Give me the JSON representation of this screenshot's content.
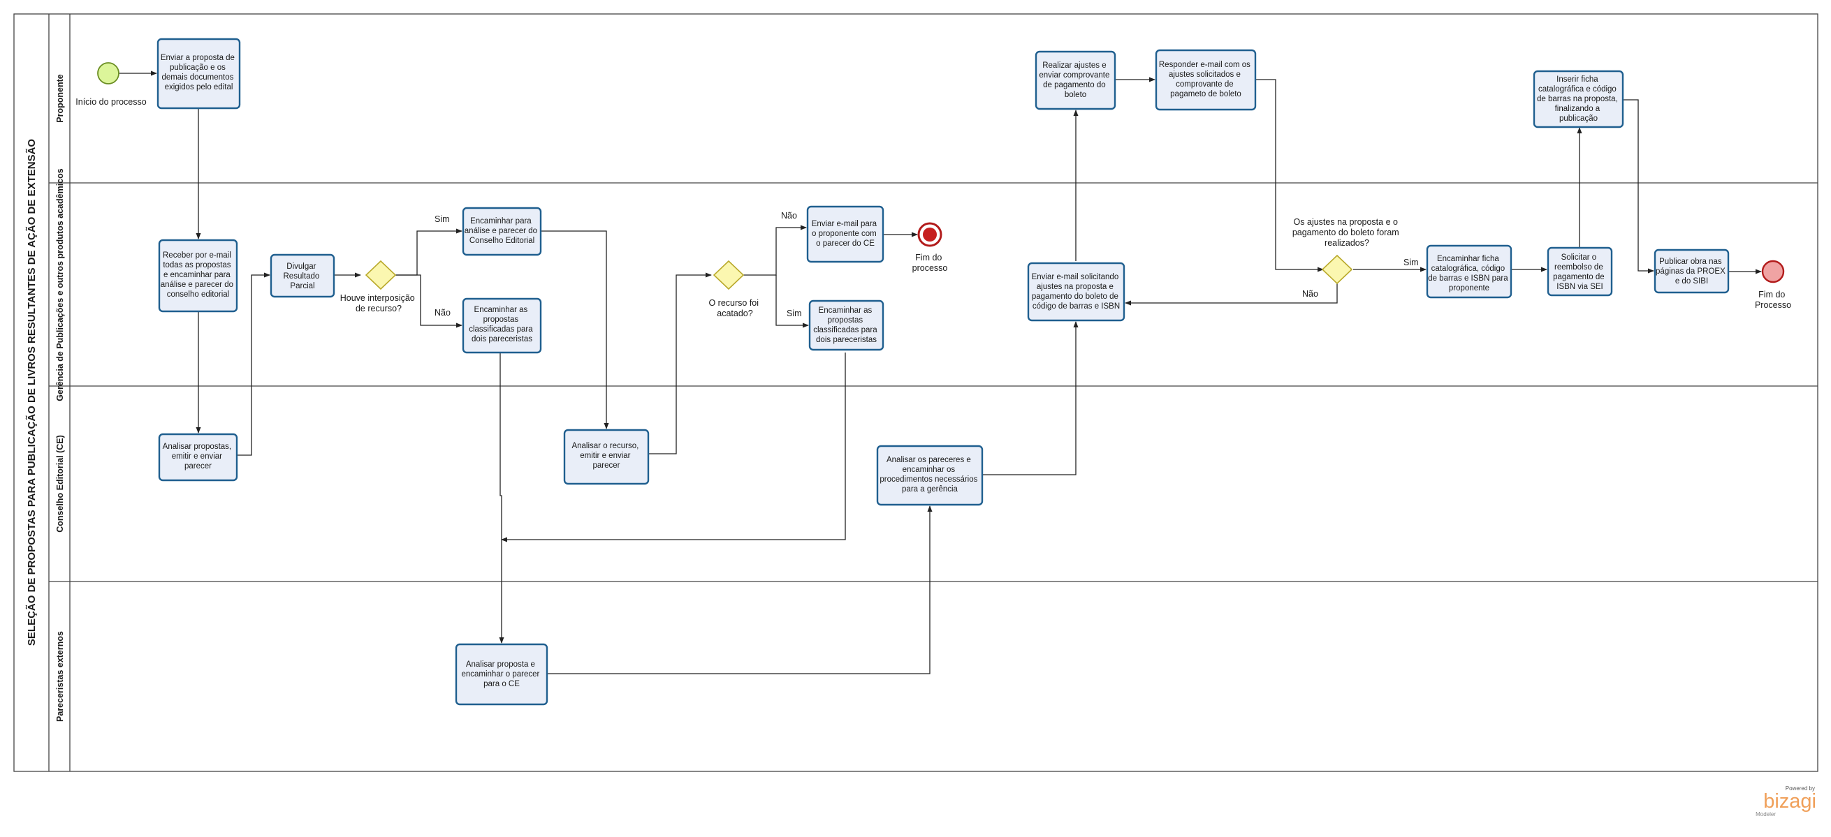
{
  "pool": {
    "title": "SELEÇÃO DE PROPOSTAS PARA PUBLICAÇÃO DE LIVROS RESULTANTES DE AÇÃO DE EXTENSÃO"
  },
  "lanes": [
    {
      "id": "proponente",
      "title": "Proponente"
    },
    {
      "id": "gerencia",
      "title": "Gerência de Publicações e outros produtos acadêmicos"
    },
    {
      "id": "conselho",
      "title": "Conselho Editorial (CE)"
    },
    {
      "id": "pareceristas",
      "title": "Pareceristas externos"
    }
  ],
  "tasks": {
    "t_enviar_proposta": [
      "Enviar a proposta de",
      "publicação e os",
      "demais documentos",
      "exigidos pelo edital"
    ],
    "t_receber_email": [
      "Receber por e-mail",
      "todas as propostas",
      "e encaminhar para",
      "análise e parecer do",
      "conselho editorial"
    ],
    "t_analisar_propostas": [
      "Analisar propostas,",
      "emitir e enviar",
      "parecer"
    ],
    "t_divulgar": [
      "Divulgar",
      "Resultado",
      "Parcial"
    ],
    "t_encaminhar_ce": [
      "Encaminhar para",
      "análise e parecer do",
      "Conselho Editorial"
    ],
    "t_encaminhar_pareceristas1": [
      "Encaminhar as",
      "propostas",
      "classificadas para",
      "dois pareceristas"
    ],
    "t_analisar_recurso": [
      "Analisar o recurso,",
      "emitir e enviar",
      "parecer"
    ],
    "t_enviar_email_ce": [
      "Enviar e-mail para",
      "o proponente com",
      "o parecer do CE"
    ],
    "t_encaminhar_pareceristas2": [
      "Encaminhar as",
      "propostas",
      "classificadas para",
      "dois pareceristas"
    ],
    "t_analisar_externos": [
      "Analisar proposta e",
      "encaminhar o parecer",
      "para o CE"
    ],
    "t_analisar_pareceres": [
      "Analisar os pareceres e",
      "encaminhar os",
      "procedimentos necessários",
      "para a gerência"
    ],
    "t_enviar_email_ajustes": [
      "Enviar e-mail solicitando",
      "ajustes na proposta e",
      "pagamento do boleto de",
      "código de barras  e ISBN"
    ],
    "t_realizar_ajustes": [
      "Realizar ajustes e",
      "enviar comprovante",
      "de pagamento do",
      "boleto"
    ],
    "t_responder_email": [
      "Responder e-mail com os",
      "ajustes solicitados e",
      "comprovante de",
      "pagameto de boleto"
    ],
    "t_encaminhar_ficha": [
      "Encaminhar ficha",
      "catalográfica, código",
      "de barras e ISBN para",
      "proponente"
    ],
    "t_solicitar_reembolso": [
      "Solicitar o",
      "reembolso de",
      "pagamento de",
      "ISBN via SEI"
    ],
    "t_inserir_ficha": [
      "Inserir ficha",
      "catalográfica e código",
      "de barras na proposta,",
      "finalizando a",
      "publicação"
    ],
    "t_publicar": [
      "Publicar obra nas",
      "páginas da PROEX",
      "e do SIBI"
    ]
  },
  "events": {
    "start": [
      "Início do processo"
    ],
    "end_processo": [
      "Fim do",
      "processo"
    ],
    "end_final": [
      "Fim do",
      "Processo"
    ]
  },
  "gateways": {
    "g_recurso": [
      "Houve interposição",
      "de recurso?"
    ],
    "g_acatado": [
      "O recurso foi",
      "acatado?"
    ],
    "g_ajustes": [
      "Os ajustes na proposta e o",
      "pagamento do boleto foram",
      "realizados?"
    ]
  },
  "flow_labels": {
    "sim1": "Sim",
    "nao1": "Não",
    "nao2": "Não",
    "sim2": "Sim",
    "sim3": "Sim",
    "nao3": "Não"
  },
  "brand": {
    "powered": "Powered by",
    "name": "bizagi",
    "product": "Modeler"
  },
  "colors": {
    "task_fill": "#e9eef8",
    "task_stroke": "#1f5f8f",
    "start_fill": "#dcf59a",
    "end_fill": "#e74c4c",
    "gateway_fill": "#fbf7b0",
    "brand": "#f0a05a"
  }
}
